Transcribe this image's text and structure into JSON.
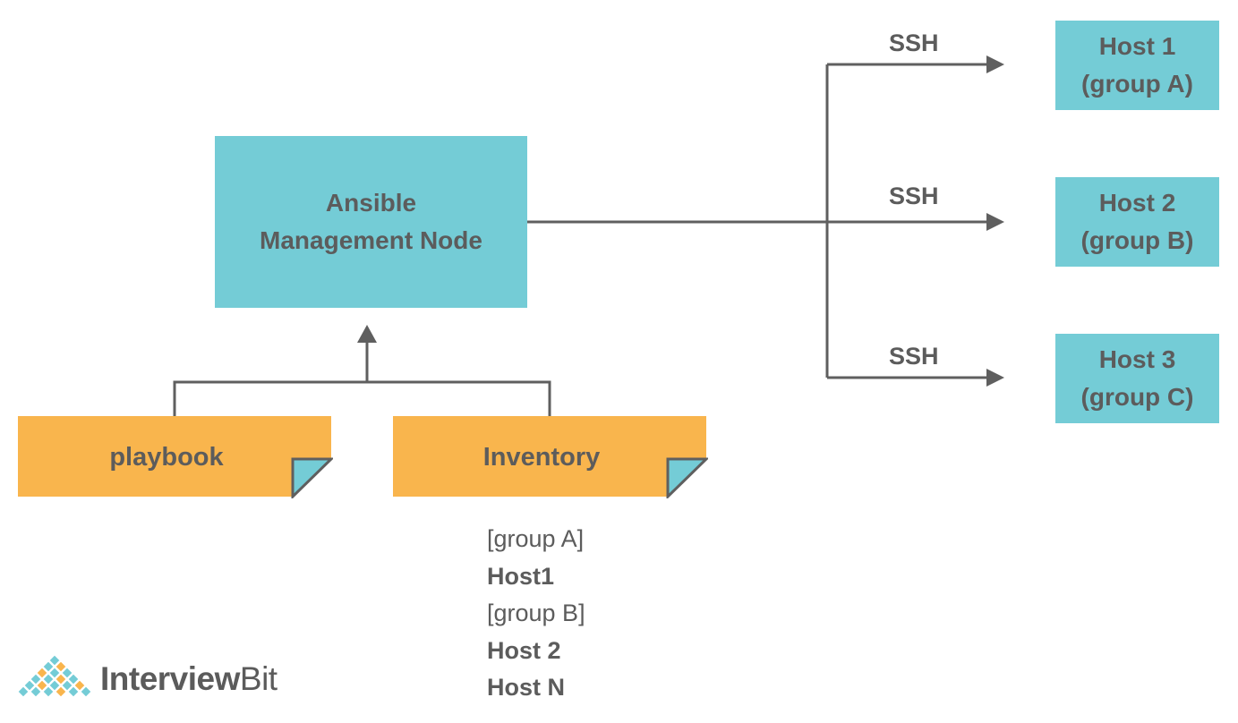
{
  "management_node": {
    "line1": "Ansible",
    "line2": "Management Node"
  },
  "hosts": [
    {
      "name": "Host 1",
      "group": "(group A)"
    },
    {
      "name": "Host 2",
      "group": "(group B)"
    },
    {
      "name": "Host 3",
      "group": "(group C)"
    }
  ],
  "connections": [
    "SSH",
    "SSH",
    "SSH"
  ],
  "notes": {
    "playbook": "playbook",
    "inventory": "Inventory"
  },
  "inventory_contents": [
    {
      "text": "[group A]",
      "type": "group"
    },
    {
      "text": "Host1",
      "type": "host"
    },
    {
      "text": "[group B]",
      "type": "group"
    },
    {
      "text": "Host 2",
      "type": "host"
    },
    {
      "text": "Host N",
      "type": "host"
    }
  ],
  "logo": {
    "part1": "Interview",
    "part2": "Bit"
  },
  "colors": {
    "box": "#74ccd6",
    "note": "#f9b54d",
    "line": "#5f5f5f",
    "text": "#5c5c5c"
  }
}
